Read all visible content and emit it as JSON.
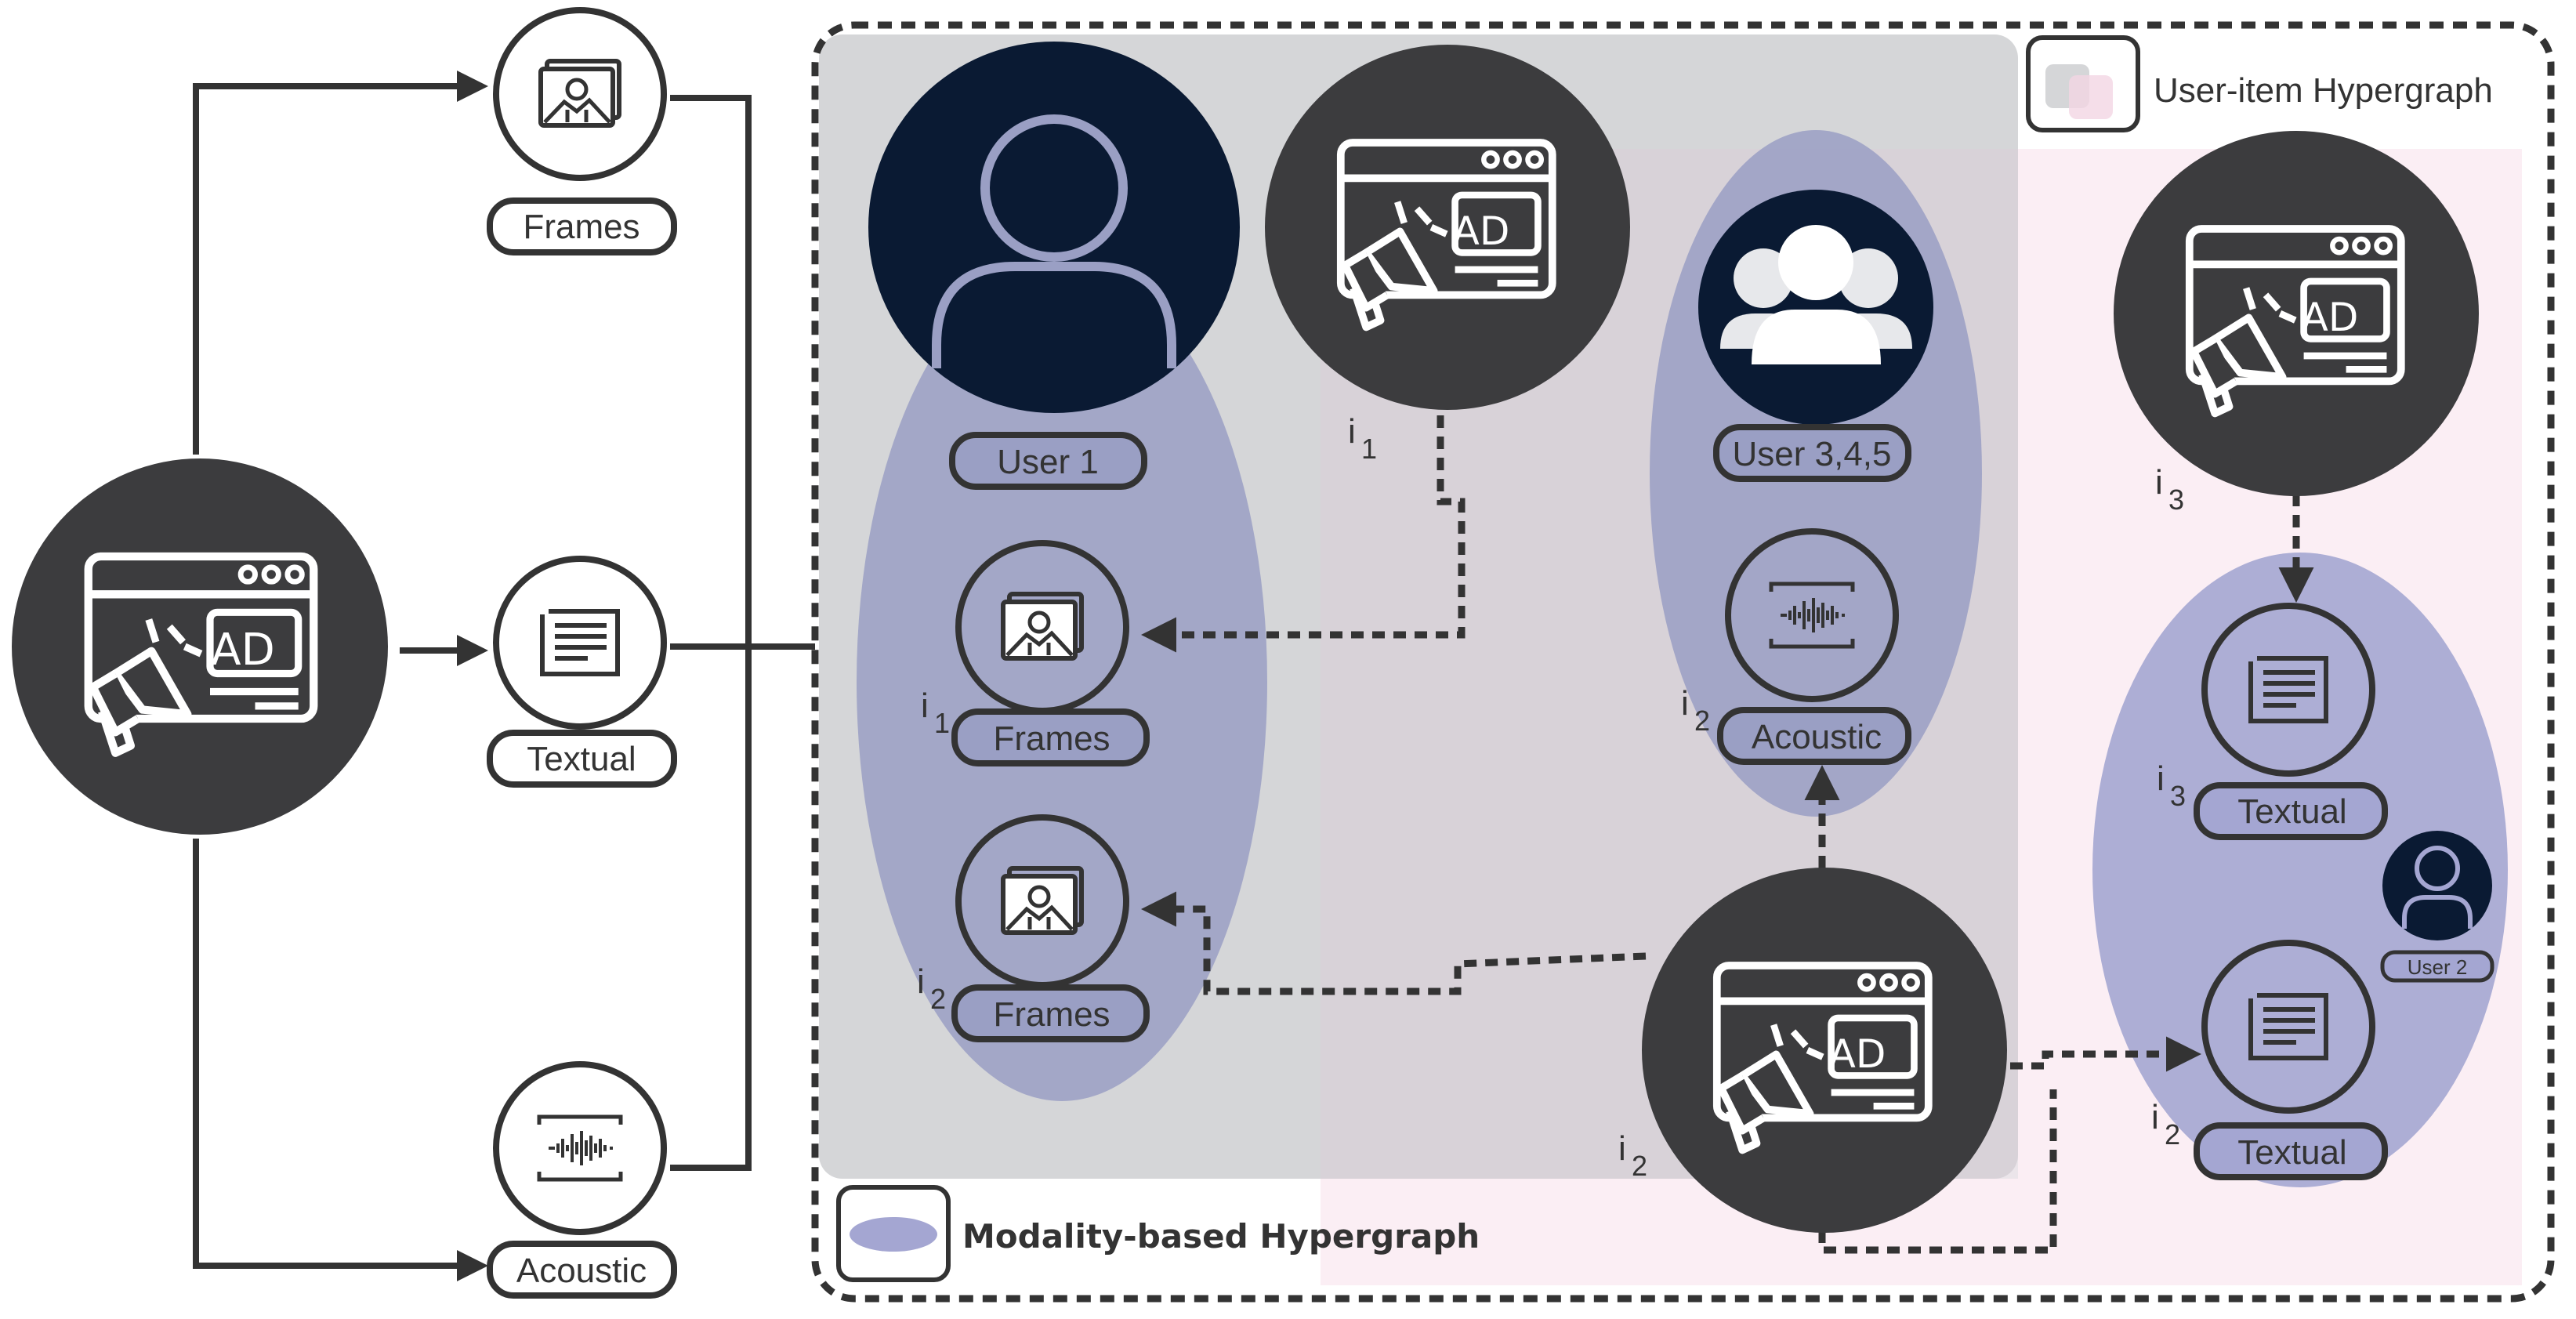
{
  "legend": {
    "user_item": "User-item Hypergraph",
    "modality": "Modality-based Hypergraph"
  },
  "left": {
    "frames_label": "Frames",
    "textual_label": "Textual",
    "acoustic_label": "Acoustic"
  },
  "user1": {
    "label": "User 1",
    "frames_a_label": "Frames",
    "frames_b_label": "Frames",
    "item_a": "i",
    "item_a_sub": "1",
    "item_b": "i",
    "item_b_sub": "2"
  },
  "ad1": {
    "item": "i",
    "item_sub": "1",
    "badge": "AD"
  },
  "users345": {
    "label": "User 3,4,5",
    "acoustic_label": "Acoustic",
    "item": "i",
    "item_sub": "2"
  },
  "ad2": {
    "item": "i",
    "item_sub": "2",
    "badge": "AD"
  },
  "ad3": {
    "item": "i",
    "item_sub": "3",
    "badge": "AD"
  },
  "user2": {
    "label": "User 2",
    "textual_a_label": "Textual",
    "textual_b_label": "Textual",
    "item_a": "i",
    "item_a_sub": "3",
    "item_b": "i",
    "item_b_sub": "2"
  },
  "source_badge": "AD",
  "colors": {
    "dark_node": "#3c3c3e",
    "navy": "#0a1a33",
    "hyperedge": "#9a9fc4",
    "gray_region": "#d5d6d8",
    "pink_region": "#fbeef4",
    "line": "#333333"
  }
}
